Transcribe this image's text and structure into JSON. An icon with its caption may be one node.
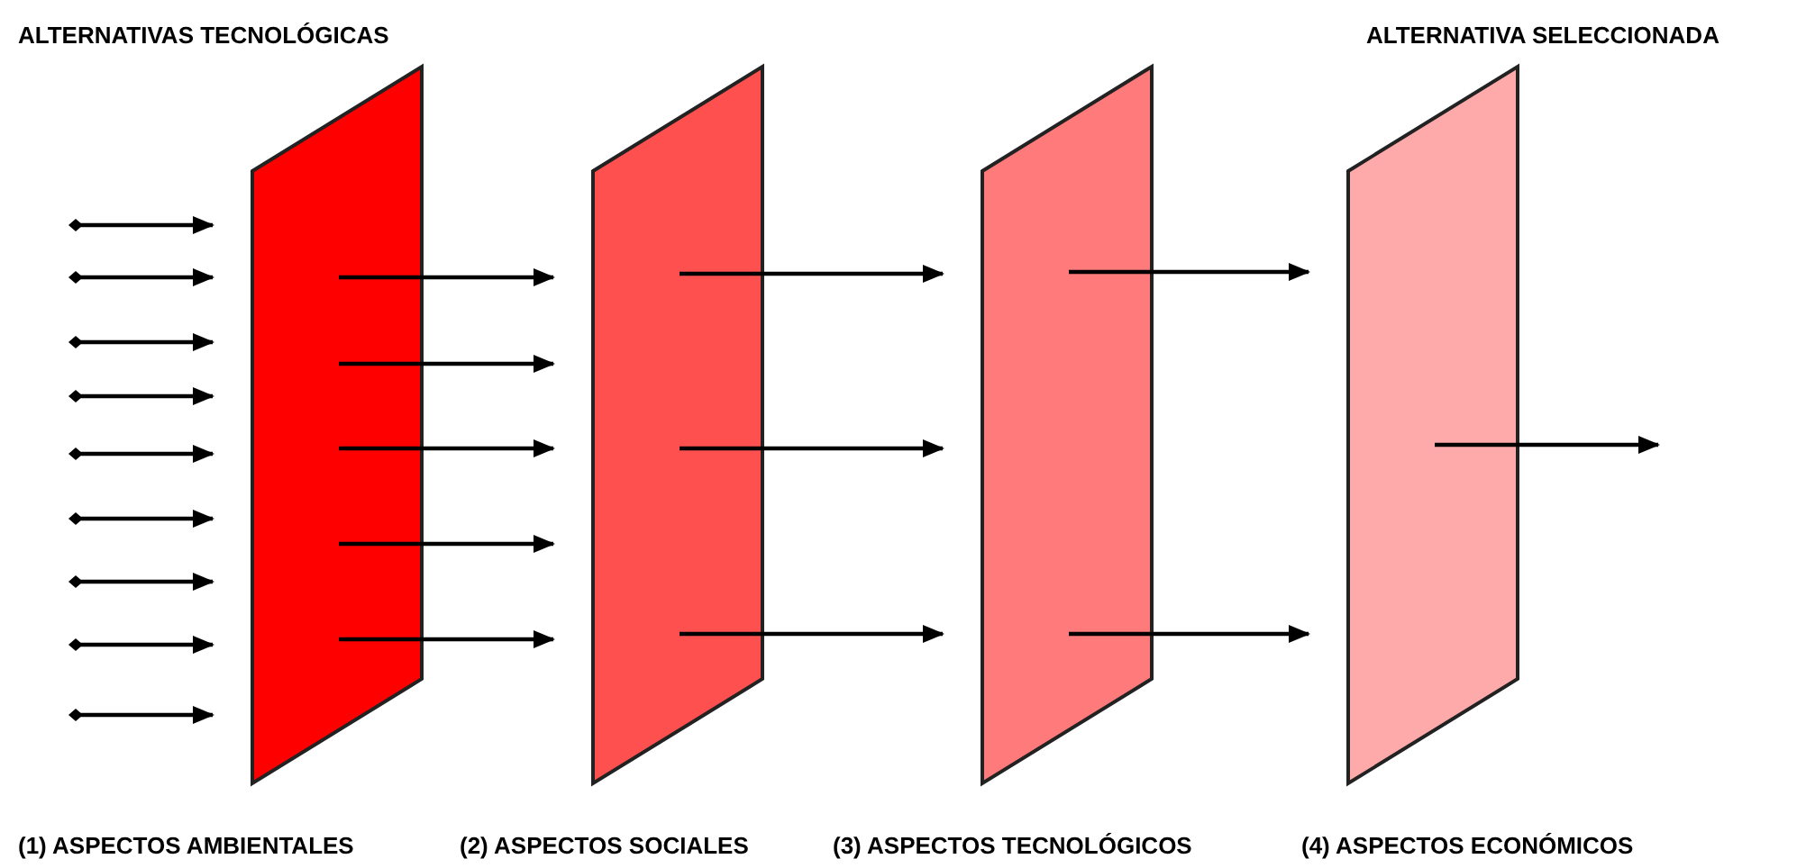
{
  "diagram": {
    "nodes": [
      {
        "text": [
          "(1) ASPECTOS AMBIENTALES"
        ]
      },
      {
        "text": [
          "(2) ASPECTOS SOCIALES"
        ]
      },
      {
        "text": [
          "(3) ASPECTOS TECNOLÓGICOS"
        ]
      },
      {
        "text": [
          "(4) ASPECTOS ECONÓMICOS"
        ]
      }
    ],
    "edges": [
      {
        "from": null,
        "to": 0,
        "arrow": "to"
      },
      {
        "from": null,
        "to": 0,
        "arrow": "to"
      },
      {
        "from": null,
        "to": 0,
        "arrow": "to"
      },
      {
        "from": null,
        "to": 0,
        "arrow": "to"
      },
      {
        "from": null,
        "to": 0,
        "arrow": "to"
      },
      {
        "from": null,
        "to": 0,
        "arrow": "to"
      },
      {
        "from": null,
        "to": 0,
        "arrow": "to"
      },
      {
        "from": null,
        "to": 0,
        "arrow": "to"
      },
      {
        "from": null,
        "to": 0,
        "arrow": "to"
      },
      {
        "from": 0,
        "to": 1,
        "arrow": "to"
      },
      {
        "from": 0,
        "to": 1,
        "arrow": "to"
      },
      {
        "from": 0,
        "to": 1,
        "arrow": "to"
      },
      {
        "from": 0,
        "to": 1,
        "arrow": "to"
      },
      {
        "from": 0,
        "to": 1,
        "arrow": "to"
      },
      {
        "from": 1,
        "to": 2,
        "arrow": "to"
      },
      {
        "from": 1,
        "to": 2,
        "arrow": "to"
      },
      {
        "from": 1,
        "to": 2,
        "arrow": "to"
      },
      {
        "from": 2,
        "to": 3,
        "arrow": "to"
      },
      {
        "from": 2,
        "to": 3,
        "arrow": "to"
      },
      {
        "from": 3,
        "to": null,
        "arrow": "to"
      }
    ],
    "labels": [
      "ALTERNATIVAS TECNOLÓGICAS",
      "ALTERNATIVA SELECCIONADA"
    ]
  }
}
